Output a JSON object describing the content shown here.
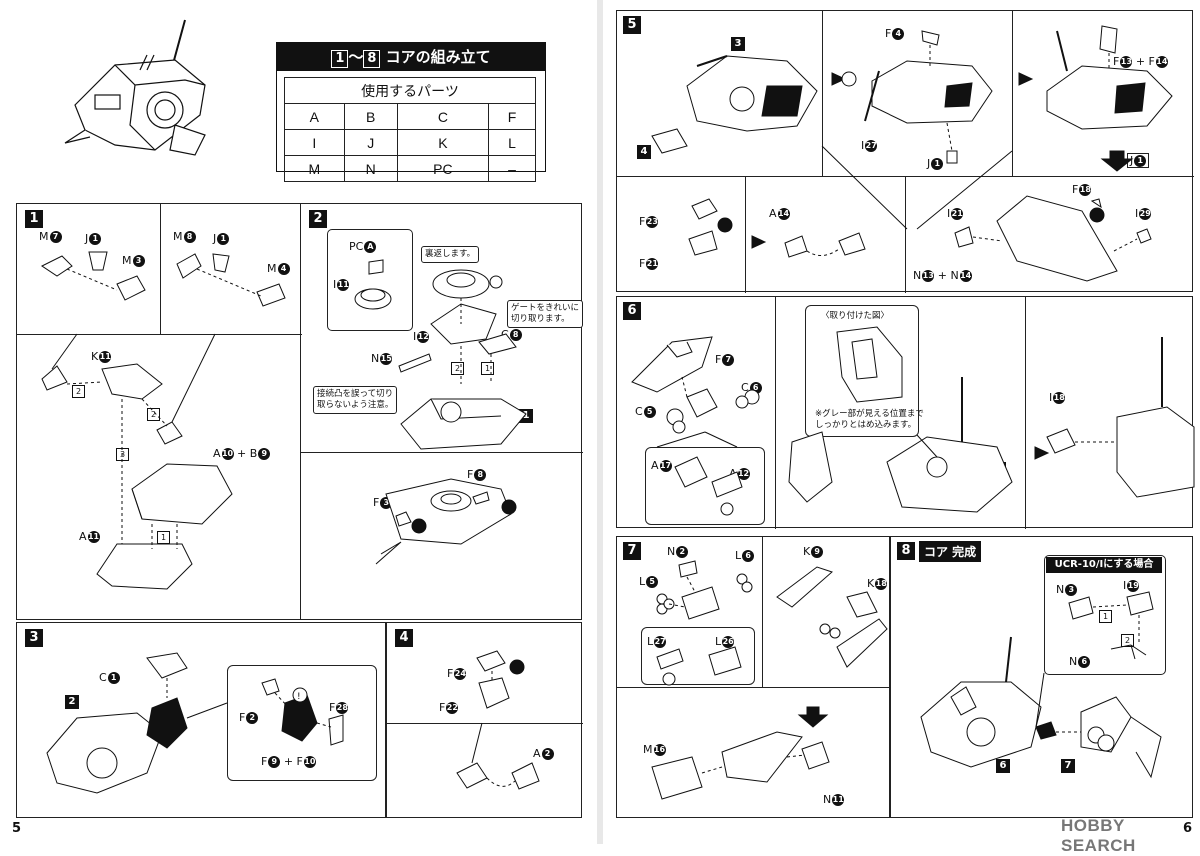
{
  "left_page": {
    "page_number": "5",
    "title": {
      "range_start": "1",
      "range_sep": "～",
      "range_end": "8",
      "text": "コアの組み立て"
    },
    "parts_table": {
      "header": "使用するパーツ",
      "rows": [
        [
          "A",
          "B",
          "C",
          "F"
        ],
        [
          "I",
          "J",
          "K",
          "L"
        ],
        [
          "M",
          "N",
          "PC",
          "–"
        ]
      ]
    },
    "steps": {
      "s1": {
        "num": "1",
        "labels": [
          "M",
          "7",
          "J",
          "1",
          "M",
          "3",
          "M",
          "8",
          "J",
          "1",
          "M",
          "4",
          "K",
          "11",
          "A",
          "10",
          "B",
          "9",
          "A",
          "11"
        ],
        "order_marks": [
          "2",
          "2",
          "3",
          "1"
        ]
      },
      "s2": {
        "num": "2",
        "pc": "PC",
        "pc_n": "A",
        "i11": "I",
        "i11_n": "11",
        "i12": "I",
        "i12_n": "12",
        "c8": "C",
        "c8_n": "8",
        "n15": "N",
        "n15_n": "15",
        "ref": "1",
        "f3": "F",
        "f3_n": "3",
        "f8": "F",
        "f8_n": "8",
        "note_flip": "裏返します。",
        "note_gate": "ゲートをきれいに\n切り取ります。",
        "note_tab": "接続凸を誤って切り\n取らないよう注意。",
        "marks": [
          "2",
          "1"
        ]
      },
      "s3": {
        "num": "3",
        "ref": "2",
        "c1": "C",
        "c1_n": "1",
        "f2": "F",
        "f2_n": "2",
        "f28": "F",
        "f28_n": "28",
        "f9": "F",
        "f9_n": "9",
        "f10": "F",
        "f10_n": "10"
      },
      "s4": {
        "num": "4",
        "f24": "F",
        "f24_n": "24",
        "f22": "F",
        "f22_n": "22",
        "a2": "A",
        "a2_n": "2"
      }
    }
  },
  "right_page": {
    "page_number": "6",
    "watermark": "HOBBY SEARCH",
    "steps": {
      "s5": {
        "num": "5",
        "ref3": "3",
        "ref4": "4",
        "f4": "F",
        "f4_n": "4",
        "i27": "I",
        "i27_n": "27",
        "j1": "J",
        "j1_n": "1",
        "f13": "F",
        "f13_n": "13",
        "f14": "F",
        "f14_n": "14",
        "j1b": "J",
        "j1b_n": "1",
        "f23": "F",
        "f23_n": "23",
        "f21": "F",
        "f21_n": "21",
        "a14": "A",
        "a14_n": "14",
        "i21": "I",
        "i21_n": "21",
        "f18": "F",
        "f18_n": "18",
        "i29": "I",
        "i29_n": "29",
        "n13": "N",
        "n13_n": "13",
        "n14": "N",
        "n14_n": "14"
      },
      "s6": {
        "num": "6",
        "f7": "F",
        "f7_n": "7",
        "c6": "C",
        "c6_n": "6",
        "c5": "C",
        "c5_n": "5",
        "a17": "A",
        "a17_n": "17",
        "a12": "A",
        "a12_n": "12",
        "ref5": "5",
        "i18": "I",
        "i18_n": "18",
        "view_title": "〈取り付けた図〉",
        "note": "※グレー部が見える位置まで\nしっかりとはめ込みます。"
      },
      "s7": {
        "num": "7",
        "n2": "N",
        "n2_n": "2",
        "l6": "L",
        "l6_n": "6",
        "l5": "L",
        "l5_n": "5",
        "l27": "L",
        "l27_n": "27",
        "l26": "L",
        "l26_n": "26",
        "k9": "K",
        "k9_n": "9",
        "k18": "K",
        "k18_n": "18",
        "m16": "M",
        "m16_n": "16",
        "n11": "N",
        "n11_n": "11"
      },
      "s8": {
        "num": "8",
        "title": "コア 完成",
        "variant_title": "UCR-10/Iにする場合",
        "n3": "N",
        "n3_n": "3",
        "i19": "I",
        "i19_n": "19",
        "n6": "N",
        "n6_n": "6",
        "ref6": "6",
        "ref7": "7",
        "marks": [
          "1",
          "2"
        ]
      }
    }
  }
}
